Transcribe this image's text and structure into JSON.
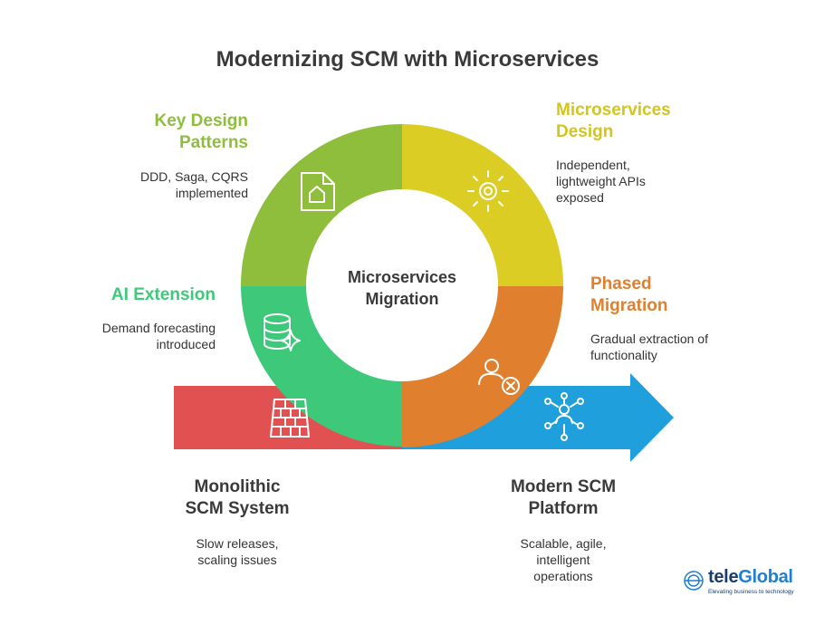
{
  "title": "Modernizing SCM with Microservices",
  "center_label": [
    "Microservices",
    "Migration"
  ],
  "stages": {
    "key_design": {
      "heading": [
        "Key Design",
        "Patterns"
      ],
      "description": [
        "DDD, Saga, CQRS",
        "implemented"
      ],
      "color": "#8fbe3c",
      "icon": "document-home-icon"
    },
    "microservices_design": {
      "heading": [
        "Microservices",
        "Design"
      ],
      "description": [
        "Independent,",
        "lightweight APIs",
        "exposed"
      ],
      "color": "#dccd25",
      "icon": "sun-gear-icon"
    },
    "ai_extension": {
      "heading": [
        "AI Extension"
      ],
      "description": [
        "Demand forecasting",
        "introduced"
      ],
      "color": "#3ec97a",
      "icon": "database-sparkle-icon"
    },
    "phased_migration": {
      "heading": [
        "Phased",
        "Migration"
      ],
      "description": [
        "Gradual extraction of",
        "functionality"
      ],
      "color": "#e07f2e",
      "icon": "person-cancel-icon"
    },
    "monolithic": {
      "heading": [
        "Monolithic",
        "SCM System"
      ],
      "description": [
        "Slow releases,",
        "scaling issues"
      ],
      "color": "#e25151",
      "icon": "brick-wall-icon"
    },
    "modern": {
      "heading": [
        "Modern SCM",
        "Platform"
      ],
      "description": [
        "Scalable, agile,",
        "intelligent",
        "operations"
      ],
      "color": "#1f9fdc",
      "icon": "network-people-icon"
    }
  },
  "logo": {
    "name_part1": "tele",
    "name_part2": "Global",
    "tagline": "Elevating business to technology"
  }
}
